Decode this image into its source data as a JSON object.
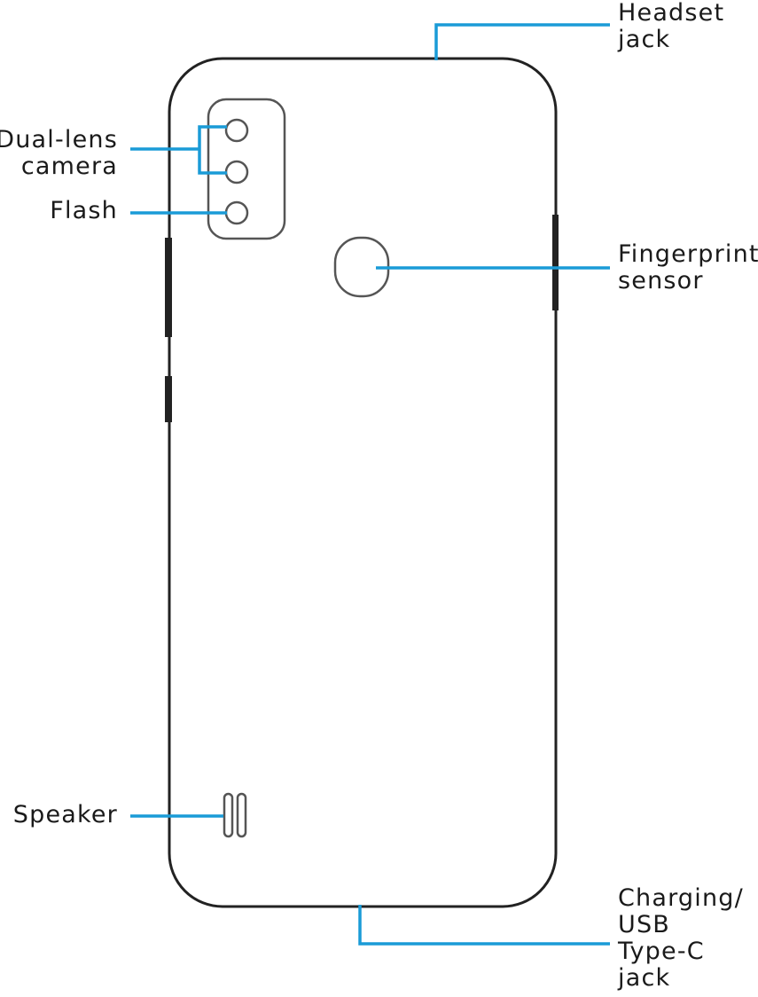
{
  "colors": {
    "leader_line": "#1a9bd7",
    "outline": "#222222"
  },
  "labels": {
    "headset_jack": [
      "Headset",
      "jack"
    ],
    "dual_lens_camera": [
      "Dual-lens",
      "camera"
    ],
    "flash": [
      "Flash"
    ],
    "fingerprint_sensor": [
      "Fingerprint",
      "sensor"
    ],
    "speaker": [
      "Speaker"
    ],
    "charging_usb": [
      "Charging/",
      "USB",
      "Type-C",
      "jack"
    ]
  }
}
